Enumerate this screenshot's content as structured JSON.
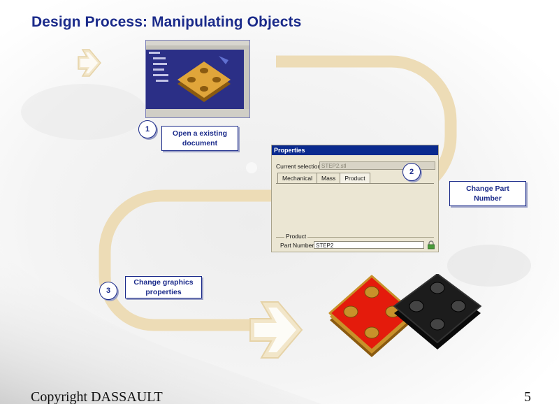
{
  "title": "Design Process: Manipulating Objects",
  "steps": [
    {
      "number": "1",
      "label": "Open a existing document"
    },
    {
      "number": "2",
      "label": "Change Part Number"
    },
    {
      "number": "3",
      "label": "Change graphics properties"
    }
  ],
  "step1": {
    "number": "1",
    "line1": "Open a existing",
    "line2": "document"
  },
  "step2": {
    "number": "2",
    "line1": "Change Part",
    "line2": "Number"
  },
  "step3": {
    "number": "3",
    "line1": "Change graphics",
    "line2": "properties"
  },
  "properties_dialog": {
    "title": "Properties",
    "current_selection_label": "Current selection :",
    "current_selection_value": "STEP2.stl",
    "tabs": [
      "Mechanical",
      "Mass",
      "Product"
    ],
    "active_tab": "Product",
    "group_label": "Product",
    "part_number_label": "Part Number",
    "part_number_value": "STEP2"
  },
  "footer": {
    "copyright": "Copyright DASSAULT",
    "page_number": "5"
  },
  "colors": {
    "title": "#1a2a8a",
    "path": "#eddcb6",
    "arrow": "#f2e6c9",
    "part_red": "#e41b0c",
    "part_black": "#1c1c1c",
    "part_gold": "#c8912a"
  },
  "icons": [
    "arrow-right-icon",
    "lock-icon"
  ]
}
